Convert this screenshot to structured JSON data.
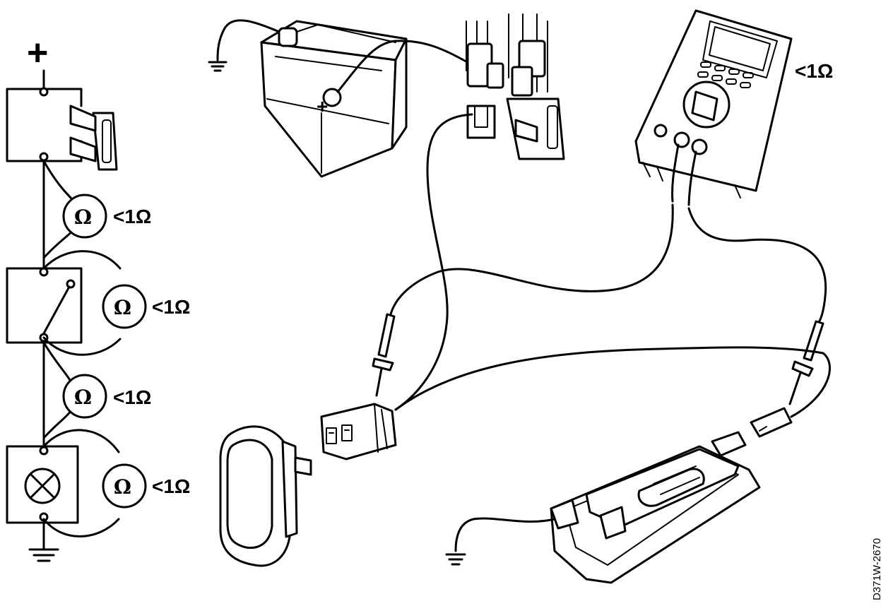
{
  "schematic": {
    "supply_symbol": "+",
    "meter_symbol": "Ω",
    "readings": [
      "<1Ω",
      "<1Ω",
      "<1Ω",
      "<1Ω"
    ]
  },
  "multimeter": {
    "reading": "<1Ω"
  },
  "reference_code": "D371W-2670"
}
